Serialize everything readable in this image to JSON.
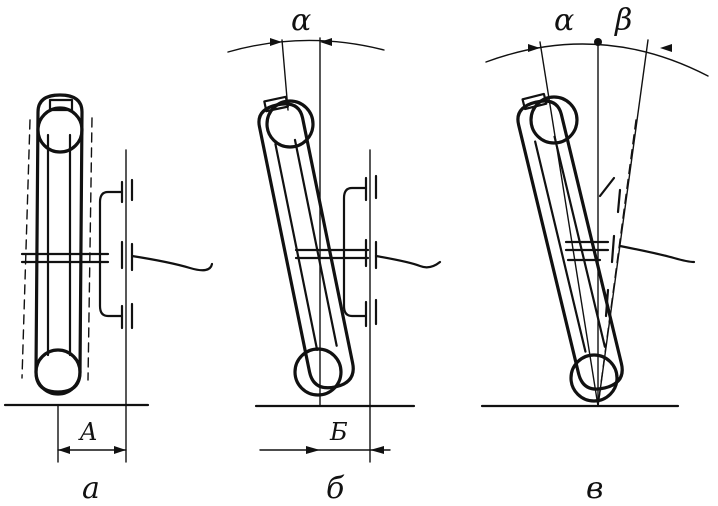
{
  "labels": {
    "alpha_b": "α",
    "alpha_c": "α",
    "beta_c": "β",
    "dim_a": "A",
    "dim_b": "Б",
    "caption_a": "а",
    "caption_b": "б",
    "caption_c": "в"
  },
  "colors": {
    "ink": "#111111",
    "paper": "#ffffff"
  }
}
